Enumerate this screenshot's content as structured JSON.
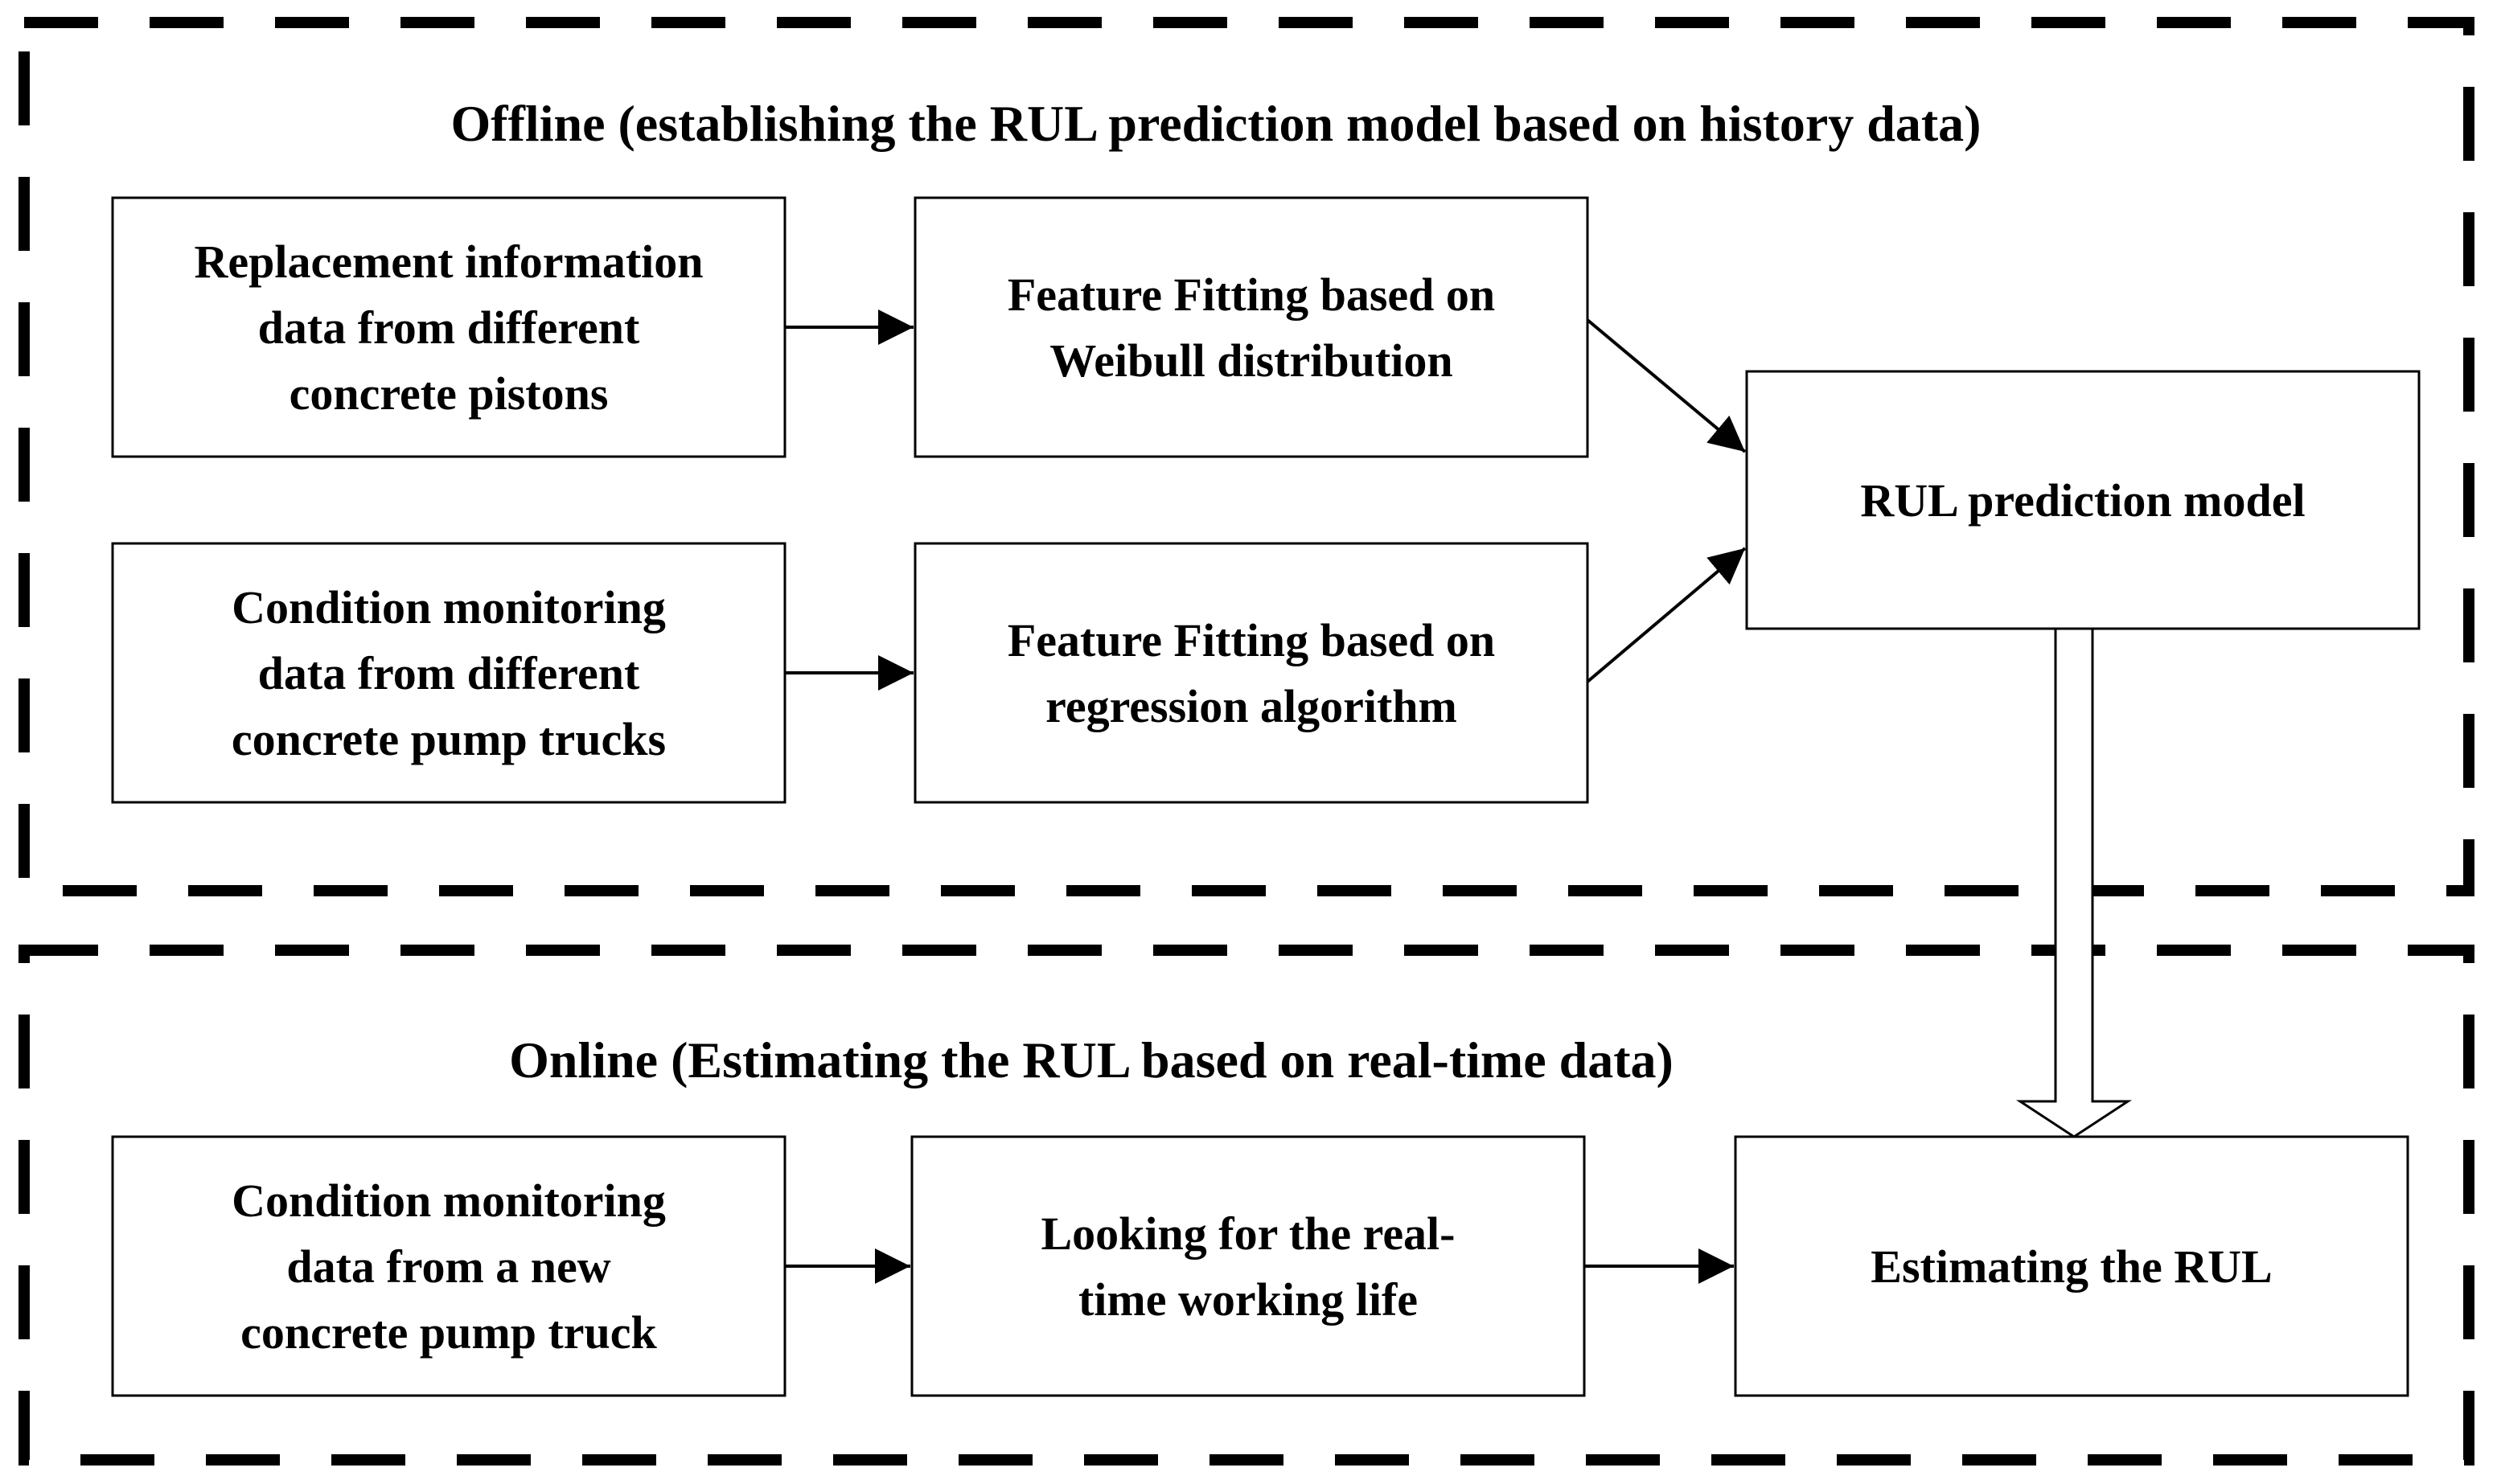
{
  "offline": {
    "title": "Offline (establishing the RUL prediction model based on history data)",
    "replacement": [
      "Replacement information",
      "data from different",
      "concrete pistons"
    ],
    "condition": [
      "Condition monitoring",
      "data from different",
      "concrete pump trucks"
    ],
    "weibull": [
      "Feature Fitting based on",
      "Weibull distribution"
    ],
    "regression": [
      "Feature Fitting based on",
      "regression algorithm"
    ],
    "model": [
      "RUL prediction model"
    ]
  },
  "online": {
    "title": "Online (Estimating the RUL based on real-time data)",
    "condition": [
      "Condition monitoring",
      "data from a new",
      "concrete pump truck"
    ],
    "lookup": [
      "Looking for the real-",
      "time working life"
    ],
    "estimate": [
      "Estimating the RUL"
    ]
  }
}
